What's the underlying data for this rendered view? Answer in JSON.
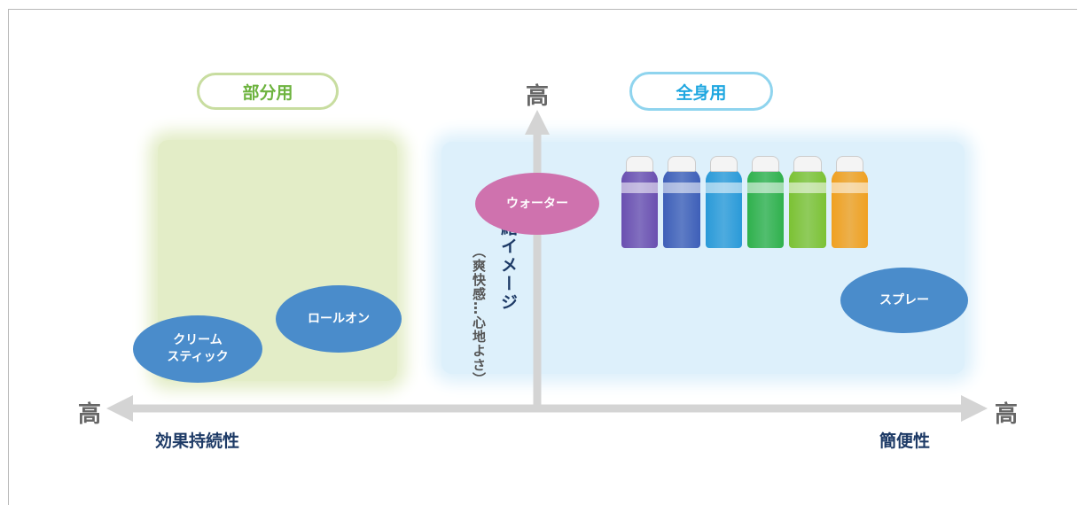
{
  "labels": {
    "partial_use": "部分用",
    "full_body": "全身用",
    "high_top": "高",
    "high_left": "高",
    "high_right": "高",
    "effect_duration": "効果持続性",
    "convenience": "簡便性",
    "emotional_image": "情緒イメージ",
    "emotional_sub": "（爽快感…心地よさ）"
  },
  "products": {
    "water": "ウォーター",
    "roll_on": "ロールオン",
    "cream_line1": "クリーム",
    "cream_line2": "スティック",
    "spray": "スプレー"
  },
  "bottles": [
    {
      "color": "#6a4fb0"
    },
    {
      "color": "#3e5fb8"
    },
    {
      "color": "#2a9ad8"
    },
    {
      "color": "#2fb14c"
    },
    {
      "color": "#7cc234"
    },
    {
      "color": "#f0a020"
    }
  ],
  "colors": {
    "partial_zone": "#e3edc7",
    "full_zone": "#ddf0fb",
    "ellipse_blue": "#4a8ccb",
    "ellipse_pink": "#cf72ae",
    "axis": "#d4d4d4"
  }
}
